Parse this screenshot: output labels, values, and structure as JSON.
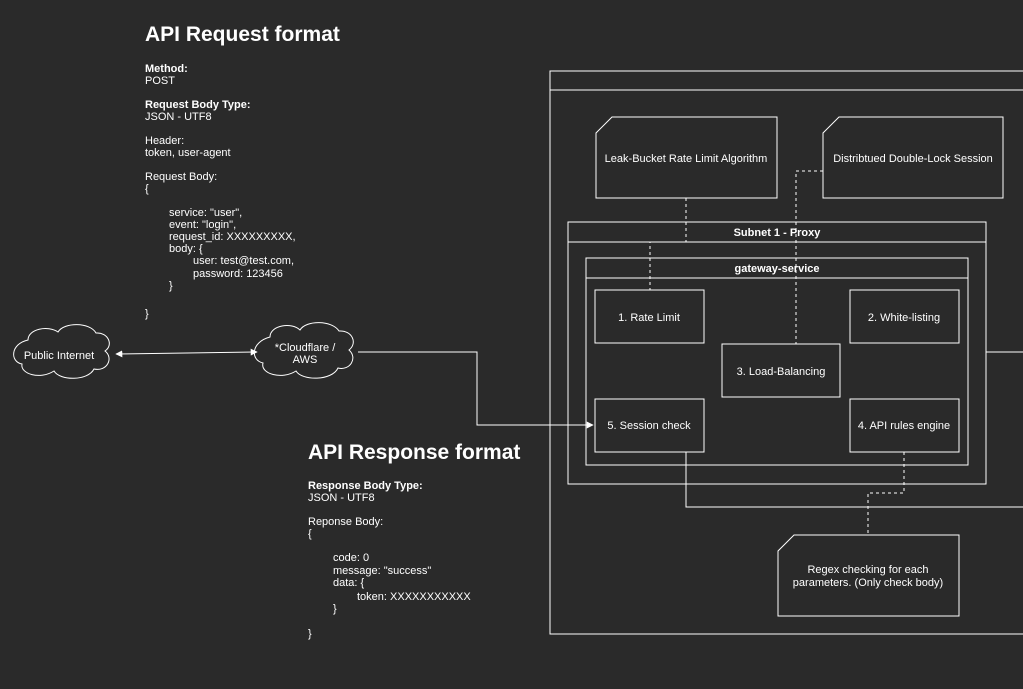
{
  "request_format": {
    "title": "API Request format",
    "method_label": "Method:",
    "method_value": "POST",
    "body_type_label": "Request Body Type:",
    "body_type_value": "JSON - UTF8",
    "header_label": "Header:",
    "header_value": "token, user-agent",
    "body_label": "Request Body:",
    "body_lines": [
      "{",
      "service: \"user\",",
      "event: \"login\",",
      "request_id: XXXXXXXXX,",
      "body: {",
      "user: test@test.com,",
      "password: 123456",
      "}",
      "}"
    ]
  },
  "response_format": {
    "title": "API Response format",
    "body_type_label": "Response Body Type:",
    "body_type_value": "JSON - UTF8",
    "body_label": "Reponse Body:",
    "body_lines": [
      "{",
      "code: 0",
      "message: \"success\"",
      "data: {",
      "token: XXXXXXXXXXX",
      "}",
      "}"
    ]
  },
  "clouds": {
    "public_internet": "Public Internet",
    "cloudflare_line1": "*Cloudflare /",
    "cloudflare_line2": "AWS"
  },
  "notes": {
    "rate_limit_algo": "Leak-Bucket Rate Limit Algorithm",
    "session_lock": "Distribtued Double-Lock Session",
    "regex_line1": "Regex checking for each",
    "regex_line2": "parameters. (Only check body)"
  },
  "containers": {
    "subnet": "Subnet 1 - Proxy",
    "gateway": "gateway-service"
  },
  "steps": {
    "rate_limit": "1. Rate Limit",
    "white_listing": "2. White-listing",
    "load_balancing": "3. Load-Balancing",
    "api_rules": "4. API rules engine",
    "session_check": "5. Session check"
  },
  "colors": {
    "background": "#2a2a2a",
    "stroke": "#ffffff",
    "text": "#ffffff"
  }
}
